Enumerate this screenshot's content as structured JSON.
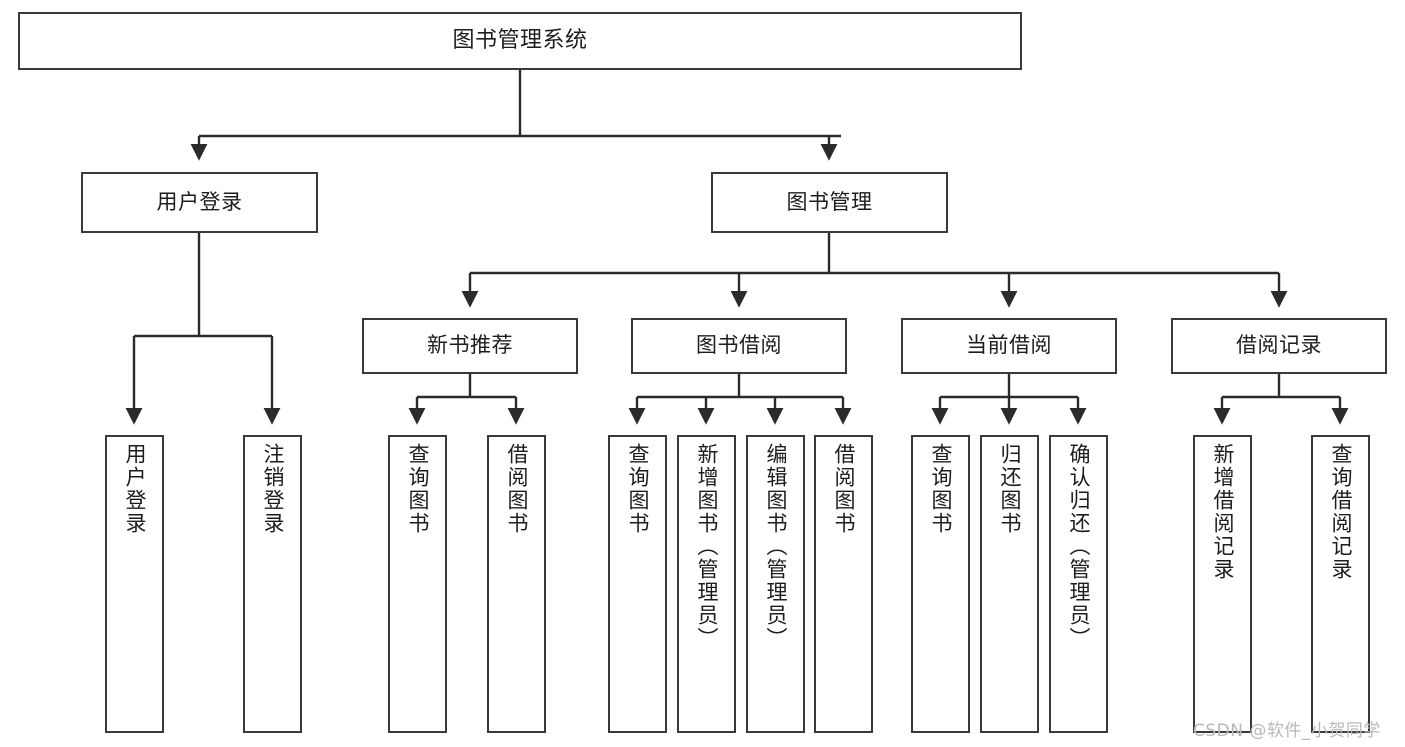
{
  "diagram": {
    "title": "图书管理系统",
    "type": "hierarchy-tree",
    "levels": 4,
    "colors": {
      "node_border": "#3a3a3a",
      "node_fill": "#ffffff",
      "link": "#2b2b2b",
      "text": "#1d1d1d",
      "watermark": "#b9b9b9"
    }
  },
  "nodes": {
    "root": {
      "label": "图书管理系统"
    },
    "level2": [
      {
        "id": "user-login",
        "label": "用户登录"
      },
      {
        "id": "book-manage",
        "label": "图书管理"
      }
    ],
    "level3": [
      {
        "id": "new-book-recommend",
        "label": "新书推荐"
      },
      {
        "id": "book-borrow",
        "label": "图书借阅"
      },
      {
        "id": "current-borrow",
        "label": "当前借阅"
      },
      {
        "id": "borrow-record",
        "label": "借阅记录"
      }
    ],
    "leaves": {
      "user_login": [
        {
          "id": "leaf-user-login",
          "label": "用户登录"
        },
        {
          "id": "leaf-logout-login",
          "label": "注销登录"
        }
      ],
      "new_book_recommend": [
        {
          "id": "leaf-query-book-1",
          "label": "查询图书"
        },
        {
          "id": "leaf-borrow-book-1",
          "label": "借阅图书"
        }
      ],
      "book_borrow": [
        {
          "id": "leaf-query-book-2",
          "label": "查询图书"
        },
        {
          "id": "leaf-add-book",
          "label": "新增图书（管理员）"
        },
        {
          "id": "leaf-edit-book",
          "label": "编辑图书（管理员）"
        },
        {
          "id": "leaf-borrow-book-2",
          "label": "借阅图书"
        }
      ],
      "current_borrow": [
        {
          "id": "leaf-query-book-3",
          "label": "查询图书"
        },
        {
          "id": "leaf-return-book",
          "label": "归还图书"
        },
        {
          "id": "leaf-confirm-return",
          "label": "确认归还（管理员）"
        }
      ],
      "borrow_record": [
        {
          "id": "leaf-add-record",
          "label": "新增借阅记录"
        },
        {
          "id": "leaf-query-record",
          "label": "查询借阅记录"
        }
      ]
    }
  },
  "watermark": {
    "text": "CSDN @软件_小贺同学"
  }
}
